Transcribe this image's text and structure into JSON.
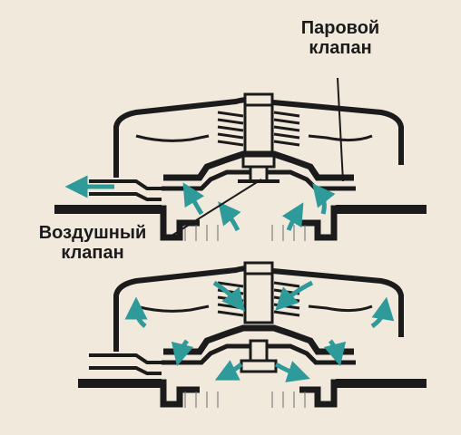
{
  "labels": {
    "steam_valve": {
      "line1": "Паровой",
      "line2": "клапан"
    },
    "air_valve": {
      "line1": "Воздушный",
      "line2": "клапан"
    }
  },
  "colors": {
    "background": "#f2e9dd",
    "metal_line": "#1b1b1b",
    "flow_arrow": "#2f9a9a",
    "hatching": "#6b6b6b"
  },
  "states": [
    {
      "name": "steam-valve-open",
      "flow": "vapor-out-overflow"
    },
    {
      "name": "air-valve-open",
      "flow": "air-in"
    }
  ]
}
